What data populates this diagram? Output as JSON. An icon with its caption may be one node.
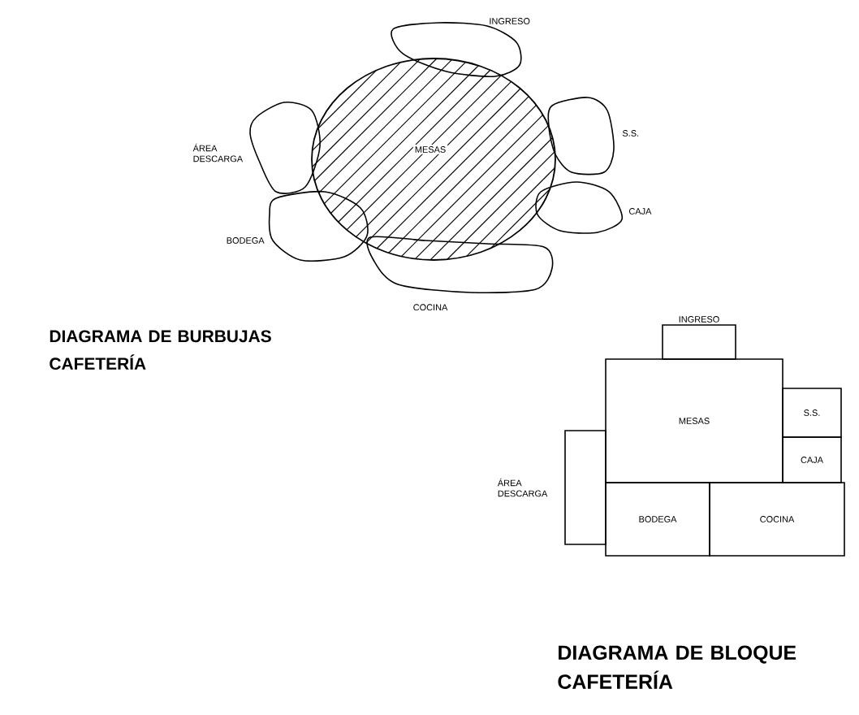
{
  "diagram": {
    "nodes": [
      {
        "text": [
          "MESAS"
        ]
      },
      {
        "text": [
          "INGRESO"
        ]
      },
      {
        "text": [
          "S.S."
        ]
      },
      {
        "text": [
          "CAJA"
        ]
      },
      {
        "text": [
          "COCINA"
        ]
      },
      {
        "text": [
          "BODEGA"
        ]
      },
      {
        "text": [
          "ÁREA DESCARGA"
        ]
      },
      {
        "text": [
          "INGRESO"
        ]
      },
      {
        "text": [
          "MESAS"
        ]
      },
      {
        "text": [
          "S.S."
        ]
      },
      {
        "text": [
          "CAJA"
        ]
      },
      {
        "text": [
          "ÁREA DESCARGA"
        ]
      },
      {
        "text": [
          "BODEGA"
        ]
      },
      {
        "text": [
          "COCINA"
        ]
      }
    ],
    "labels": [
      "DIAGRAMA DE BURBUJAS CAFETERÍA",
      "DIAGRAMA DE BLOQUE CAFETERÍA"
    ]
  }
}
